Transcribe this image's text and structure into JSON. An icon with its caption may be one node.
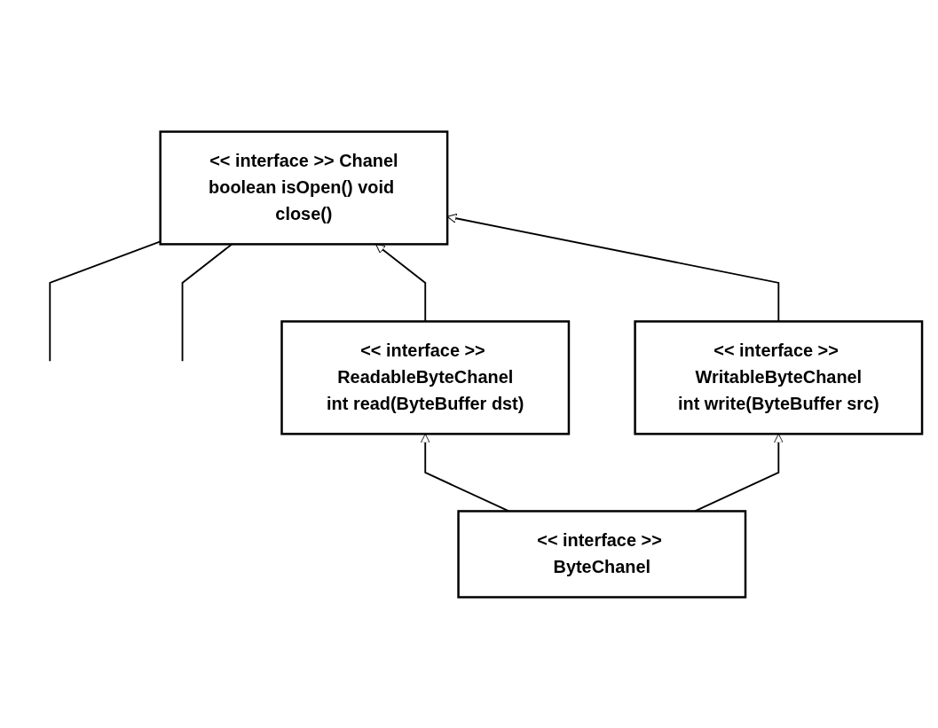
{
  "diagram": {
    "nodes": [
      {
        "text": [
          "<< interface >> Chanel",
          "boolean isOpen() void close()"
        ]
      },
      {
        "text": [
          "<< interface >> ReadableByteChanel",
          "int read(ByteBuffer dst)"
        ]
      },
      {
        "text": [
          "<< interface >> WritableByteChanel",
          "int write(ByteBuffer src)"
        ]
      },
      {
        "text": [
          "<< interface >> ByteChanel"
        ]
      }
    ],
    "edges": [
      {
        "from": null,
        "to": 0,
        "arrow": "none"
      },
      {
        "from": null,
        "to": 0,
        "arrow": "none"
      },
      {
        "from": 1,
        "to": 0,
        "arrow": "to"
      },
      {
        "from": 2,
        "to": 0,
        "arrow": "to"
      },
      {
        "from": 3,
        "to": 1,
        "arrow": "to"
      },
      {
        "from": 3,
        "to": 2,
        "arrow": "to"
      }
    ]
  }
}
